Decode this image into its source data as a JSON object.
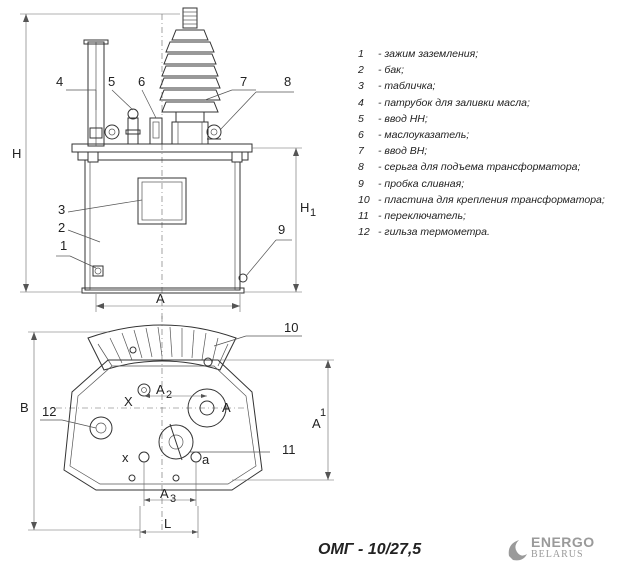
{
  "legend": [
    {
      "num": "1",
      "text": "- зажим заземления;"
    },
    {
      "num": "2",
      "text": "- бак;"
    },
    {
      "num": "3",
      "text": "- табличка;"
    },
    {
      "num": "4",
      "text": "- патрубок для заливки масла;"
    },
    {
      "num": "5",
      "text": "- ввод НН;"
    },
    {
      "num": "6",
      "text": "- маслоуказатель;"
    },
    {
      "num": "7",
      "text": "- ввод ВН;"
    },
    {
      "num": "8",
      "text": "- серьга для подъема трансформатора;"
    },
    {
      "num": "9",
      "text": "- пробка сливная;"
    },
    {
      "num": "10",
      "text": "- пластина для крепления трансформатора;"
    },
    {
      "num": "11",
      "text": "- переключатель;"
    },
    {
      "num": "12",
      "text": "- гильза термометра."
    }
  ],
  "callouts": {
    "c1": "1",
    "c2": "2",
    "c3": "3",
    "c4": "4",
    "c5": "5",
    "c6": "6",
    "c7": "7",
    "c8": "8",
    "c9": "9",
    "c10": "10",
    "c11": "11",
    "c12": "12"
  },
  "dimensions": {
    "H": "H",
    "H1": "H",
    "H1_sub": "1",
    "A": "A",
    "B": "B",
    "A1": "A",
    "A1_sub": "1",
    "A2": "A",
    "A2_sub": "2",
    "A3": "A",
    "A3_sub": "3",
    "L": "L",
    "centerA": "A",
    "x1": "X",
    "x2": "x",
    "a": "a"
  },
  "title": "ОМГ - 10/27,5",
  "logo": {
    "line1": "ENERGO",
    "line2": "BELARUS",
    "color": "#9a9a9a"
  }
}
